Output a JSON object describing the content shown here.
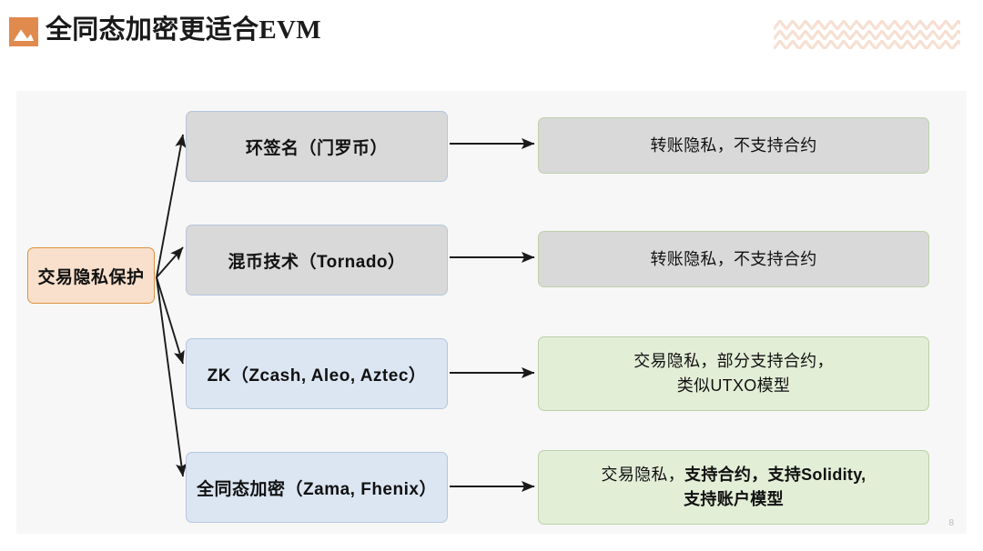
{
  "header": {
    "logo_icon": "mountain-logo-icon",
    "title_cjk": "全同态加密更适合",
    "title_latin": "EVM",
    "decoration_icon": "chevron-pattern-decoration"
  },
  "diagram": {
    "root": {
      "label": "交易隐私保护"
    },
    "branches": [
      {
        "id": "ring-signature",
        "label": "环签名（门罗币）",
        "style": "grey",
        "outcome": {
          "style": "grey",
          "lines": [
            [
              {
                "text": "转账隐私，不支持合约",
                "bold": false
              }
            ]
          ]
        }
      },
      {
        "id": "coin-mixing",
        "label": "混币技术（Tornado）",
        "style": "grey",
        "outcome": {
          "style": "grey",
          "lines": [
            [
              {
                "text": "转账隐私，不支持合约",
                "bold": false
              }
            ]
          ]
        }
      },
      {
        "id": "zero-knowledge",
        "label": "ZK（Zcash, Aleo, Aztec）",
        "style": "blue",
        "outcome": {
          "style": "green",
          "lines": [
            [
              {
                "text": "交易隐私，部分支持合约，",
                "bold": false
              }
            ],
            [
              {
                "text": "类似UTXO模型",
                "bold": false
              }
            ]
          ]
        }
      },
      {
        "id": "fully-homomorphic-encryption",
        "label": "全同态加密（Zama, Fhenix）",
        "style": "blue",
        "outcome": {
          "style": "green",
          "lines": [
            [
              {
                "text": "交易隐私，",
                "bold": false
              },
              {
                "text": "支持合约，支持Solidity,",
                "bold": true
              }
            ],
            [
              {
                "text": "支持账户模型",
                "bold": true
              }
            ]
          ]
        }
      }
    ]
  },
  "footer": {
    "page_number": "8"
  },
  "colors": {
    "accent_orange": "#e08a4e",
    "root_fill": "#f8e0cc",
    "grey_fill": "#d9d9d9",
    "blue_fill": "#dce6f3",
    "green_fill": "#e3eed7",
    "panel_bg": "#f7f7f7"
  }
}
